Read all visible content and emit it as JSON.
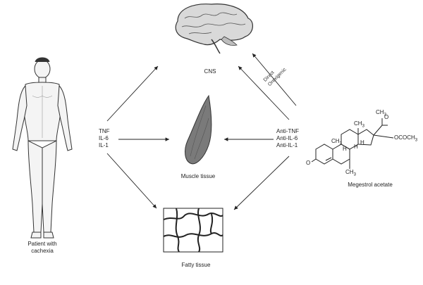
{
  "nodes": {
    "cns": "CNS",
    "muscle": "Muscle tissue",
    "fat": "Fatty tissue",
    "patient": "Patient with\ncachexia",
    "drug": "Megestrol acetate"
  },
  "cytokines": [
    "TNF",
    "IL-6",
    "IL-1"
  ],
  "antagonists": [
    "Anti-TNF",
    "Anti-IL-6",
    "Anti-IL-1"
  ],
  "direct_effect": "Direct\nOrexigenic",
  "structure_labels": {
    "ketone": "O",
    "acetyl_o": "O",
    "acetoxy": "OCOCH",
    "acetoxy_sub": "3",
    "h1": "H",
    "h2": "H",
    "h3": "H",
    "ch3_a": "CH",
    "ch3_b": "CH",
    "ch3_c": "CH",
    "ch3_sub": "3"
  },
  "caption": ""
}
